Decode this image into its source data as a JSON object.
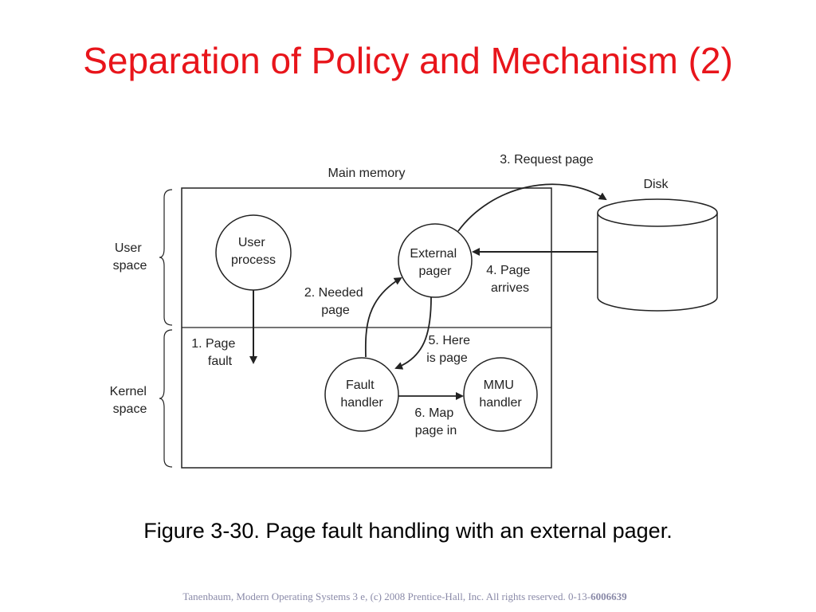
{
  "slide": {
    "title": "Separation of Policy and Mechanism (2)",
    "caption": "Figure 3-30. Page fault handling with an external pager.",
    "footer_text": "Tanenbaum, Modern Operating Systems 3 e, (c) 2008 Prentice-Hall, Inc. All rights reserved. 0-13-",
    "footer_bold": "6006639"
  },
  "colors": {
    "title": "#e8151b",
    "footer": "#8a8aa8"
  },
  "diagram": {
    "main_memory_label": "Main memory",
    "disk_label": "Disk",
    "user_space_label": [
      "User",
      "space"
    ],
    "kernel_space_label": [
      "Kernel",
      "space"
    ],
    "nodes": {
      "user_process": [
        "User",
        "process"
      ],
      "external_pager": [
        "External",
        "pager"
      ],
      "fault_handler": [
        "Fault",
        "handler"
      ],
      "mmu_handler": [
        "MMU",
        "handler"
      ]
    },
    "steps": {
      "s1": [
        "1. Page",
        "fault"
      ],
      "s2": [
        "2. Needed",
        "page"
      ],
      "s3": "3. Request page",
      "s4": [
        "4. Page",
        "arrives"
      ],
      "s5": [
        "5. Here",
        "is page"
      ],
      "s6": [
        "6. Map",
        "page in"
      ]
    }
  }
}
